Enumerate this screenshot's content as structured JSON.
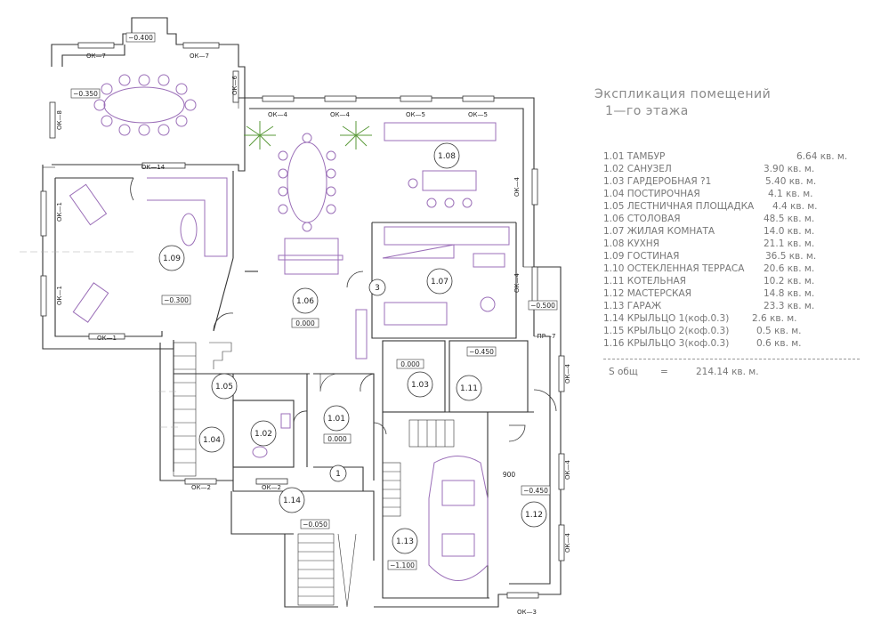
{
  "legend": {
    "title_line1": "Экспликация помещений",
    "title_line2": "1—го этажа",
    "rows": [
      {
        "code": "1.01",
        "name": "ТАМБУР",
        "area": "6.64 кв. м."
      },
      {
        "code": "1.02",
        "name": "САНУЗЕЛ",
        "area": "3.90 кв. м."
      },
      {
        "code": "1.03",
        "name": "ГАРДЕРОБНАЯ ?1",
        "area": "5.40 кв. м."
      },
      {
        "code": "1.04",
        "name": "ПОСТИРОЧНАЯ",
        "area": "4.1 кв. м."
      },
      {
        "code": "1.05",
        "name": "ЛЕСТНИЧНАЯ ПЛОЩАДКА",
        "area": "4.4 кв. м."
      },
      {
        "code": "1.06",
        "name": "СТОЛОВАЯ",
        "area": "48.5 кв. м."
      },
      {
        "code": "1.07",
        "name": "ЖИЛАЯ КОМНАТА",
        "area": "14.0 кв. м."
      },
      {
        "code": "1.08",
        "name": "КУХНЯ",
        "area": "21.1 кв. м."
      },
      {
        "code": "1.09",
        "name": "ГОСТИНАЯ",
        "area": "36.5 кв. м."
      },
      {
        "code": "1.10",
        "name": "ОСТЕКЛЕННАЯ ТЕРРАСА",
        "area": "20.6 кв. м."
      },
      {
        "code": "1.11",
        "name": "КОТЕЛЬНАЯ",
        "area": "10.2 кв. м."
      },
      {
        "code": "1.12",
        "name": "МАСТЕРСКАЯ",
        "area": "14.8 кв. м."
      },
      {
        "code": "1.13",
        "name": "ГАРАЖ",
        "area": "23.3 кв. м."
      },
      {
        "code": "1.14",
        "name": "КРЫЛЬЦО 1(коф.0.3)",
        "area": "2.6 кв. м."
      },
      {
        "code": "1.15",
        "name": "КРЫЛЬЦО 2(коф.0.3)",
        "area": "0.5 кв. м."
      },
      {
        "code": "1.16",
        "name": "КРЫЛЬЦО 3(коф.0.3)",
        "area": "0.6 кв. м."
      }
    ],
    "total_label": "S общ",
    "total_eq": "=",
    "total_value": "214.14 кв. м."
  },
  "rooms": [
    {
      "id": "1.01",
      "level": "0.000"
    },
    {
      "id": "1.02"
    },
    {
      "id": "1.03"
    },
    {
      "id": "1.04"
    },
    {
      "id": "1.05"
    },
    {
      "id": "1.06",
      "level": "0.000"
    },
    {
      "id": "1.07"
    },
    {
      "id": "1.08"
    },
    {
      "id": "1.09"
    },
    {
      "id": "1.11"
    },
    {
      "id": "1.12"
    },
    {
      "id": "1.13"
    },
    {
      "id": "1.14"
    }
  ],
  "levels": {
    "terrace": "−0.400",
    "terrace_room": "−0.350",
    "living": "−0.300",
    "corridor": "0.000",
    "boiler": "−0.450",
    "porch_right": "−0.500",
    "workshop": "−0.450",
    "porch_main": "−0.050",
    "garage": "−1.100",
    "gate_dim": "900"
  },
  "windows": {
    "ok7": "ОК—7",
    "ok6": "ОК—6",
    "ok8": "ОК—8",
    "ok14": "ОК—14",
    "ok1": "ОК—1",
    "ok4": "ОК—4",
    "ok5": "ОК—5",
    "ok2": "ОК—2",
    "ok3": "ОК—3",
    "pr7": "ПР—7"
  },
  "markers": {
    "stair": "3",
    "entrance": "1"
  }
}
